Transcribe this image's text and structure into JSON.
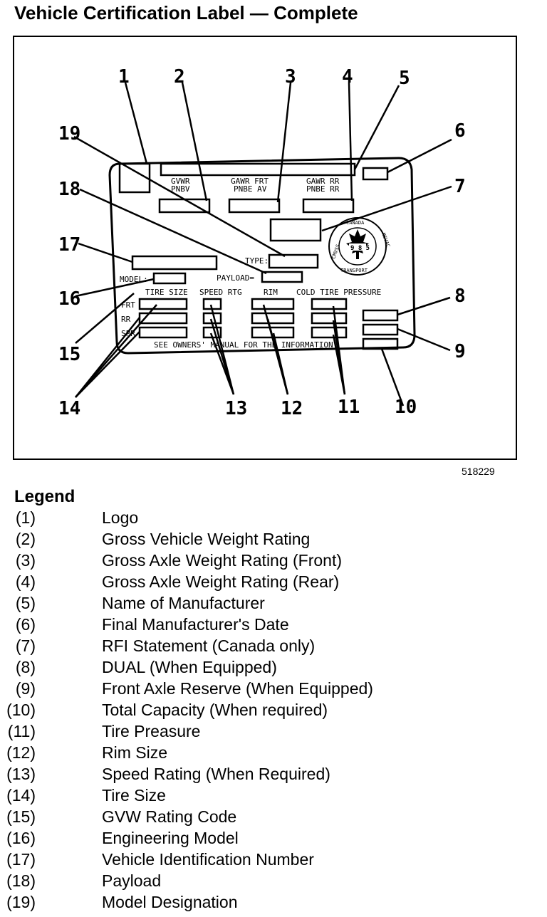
{
  "title": "Vehicle Certification Label — Complete",
  "figure_id": "518229",
  "label": {
    "gvwr": [
      "GVWR",
      "PNBV"
    ],
    "gawr_front": [
      "GAWR FRT",
      "PNBE AV"
    ],
    "gawr_rear": [
      "GAWR RR",
      "PNBE RR"
    ],
    "type": "TYPE:",
    "payload": "PAYLOAD=",
    "model": "MODEL:",
    "tire_size": "TIRE SIZE",
    "speed_rtg": "SPEED RTG",
    "rim": "RIM",
    "cold_tire_pressure": "COLD TIRE PRESSURE",
    "row_frt": "FRT",
    "row_rr": "RR",
    "row_spr": "SPR",
    "see_owners": "SEE OWNERS' MANUAL FOR THE INFORMATION.",
    "seal": {
      "top": "CANADA",
      "center": "9 8 5",
      "bottom": "TRANSPORT",
      "left": "CMVSS",
      "right": "NSVAC"
    }
  },
  "callouts": [
    "1",
    "2",
    "3",
    "4",
    "5",
    "6",
    "7",
    "8",
    "9",
    "10",
    "11",
    "12",
    "13",
    "14",
    "15",
    "16",
    "17",
    "18",
    "19"
  ],
  "legend_title": "Legend",
  "legend": [
    {
      "num": "(1)",
      "text": "Logo"
    },
    {
      "num": "(2)",
      "text": "Gross Vehicle Weight Rating"
    },
    {
      "num": "(3)",
      "text": "Gross Axle Weight Rating (Front)"
    },
    {
      "num": "(4)",
      "text": "Gross Axle Weight Rating (Rear)"
    },
    {
      "num": "(5)",
      "text": "Name of Manufacturer"
    },
    {
      "num": "(6)",
      "text": "Final Manufacturer's Date"
    },
    {
      "num": "(7)",
      "text": "RFI Statement (Canada only)"
    },
    {
      "num": "(8)",
      "text": "DUAL (When Equipped)"
    },
    {
      "num": "(9)",
      "text": "Front Axle Reserve (When Equipped)"
    },
    {
      "num": "(10)",
      "text": "Total Capacity (When required)"
    },
    {
      "num": "(11)",
      "text": "Tire Preasure"
    },
    {
      "num": "(12)",
      "text": "Rim Size"
    },
    {
      "num": "(13)",
      "text": "Speed Rating (When Required)"
    },
    {
      "num": "(14)",
      "text": "Tire Size"
    },
    {
      "num": "(15)",
      "text": "GVW Rating Code"
    },
    {
      "num": "(16)",
      "text": "Engineering Model"
    },
    {
      "num": "(17)",
      "text": "Vehicle Identification Number"
    },
    {
      "num": "(18)",
      "text": "Payload"
    },
    {
      "num": "(19)",
      "text": "Model Designation"
    }
  ]
}
